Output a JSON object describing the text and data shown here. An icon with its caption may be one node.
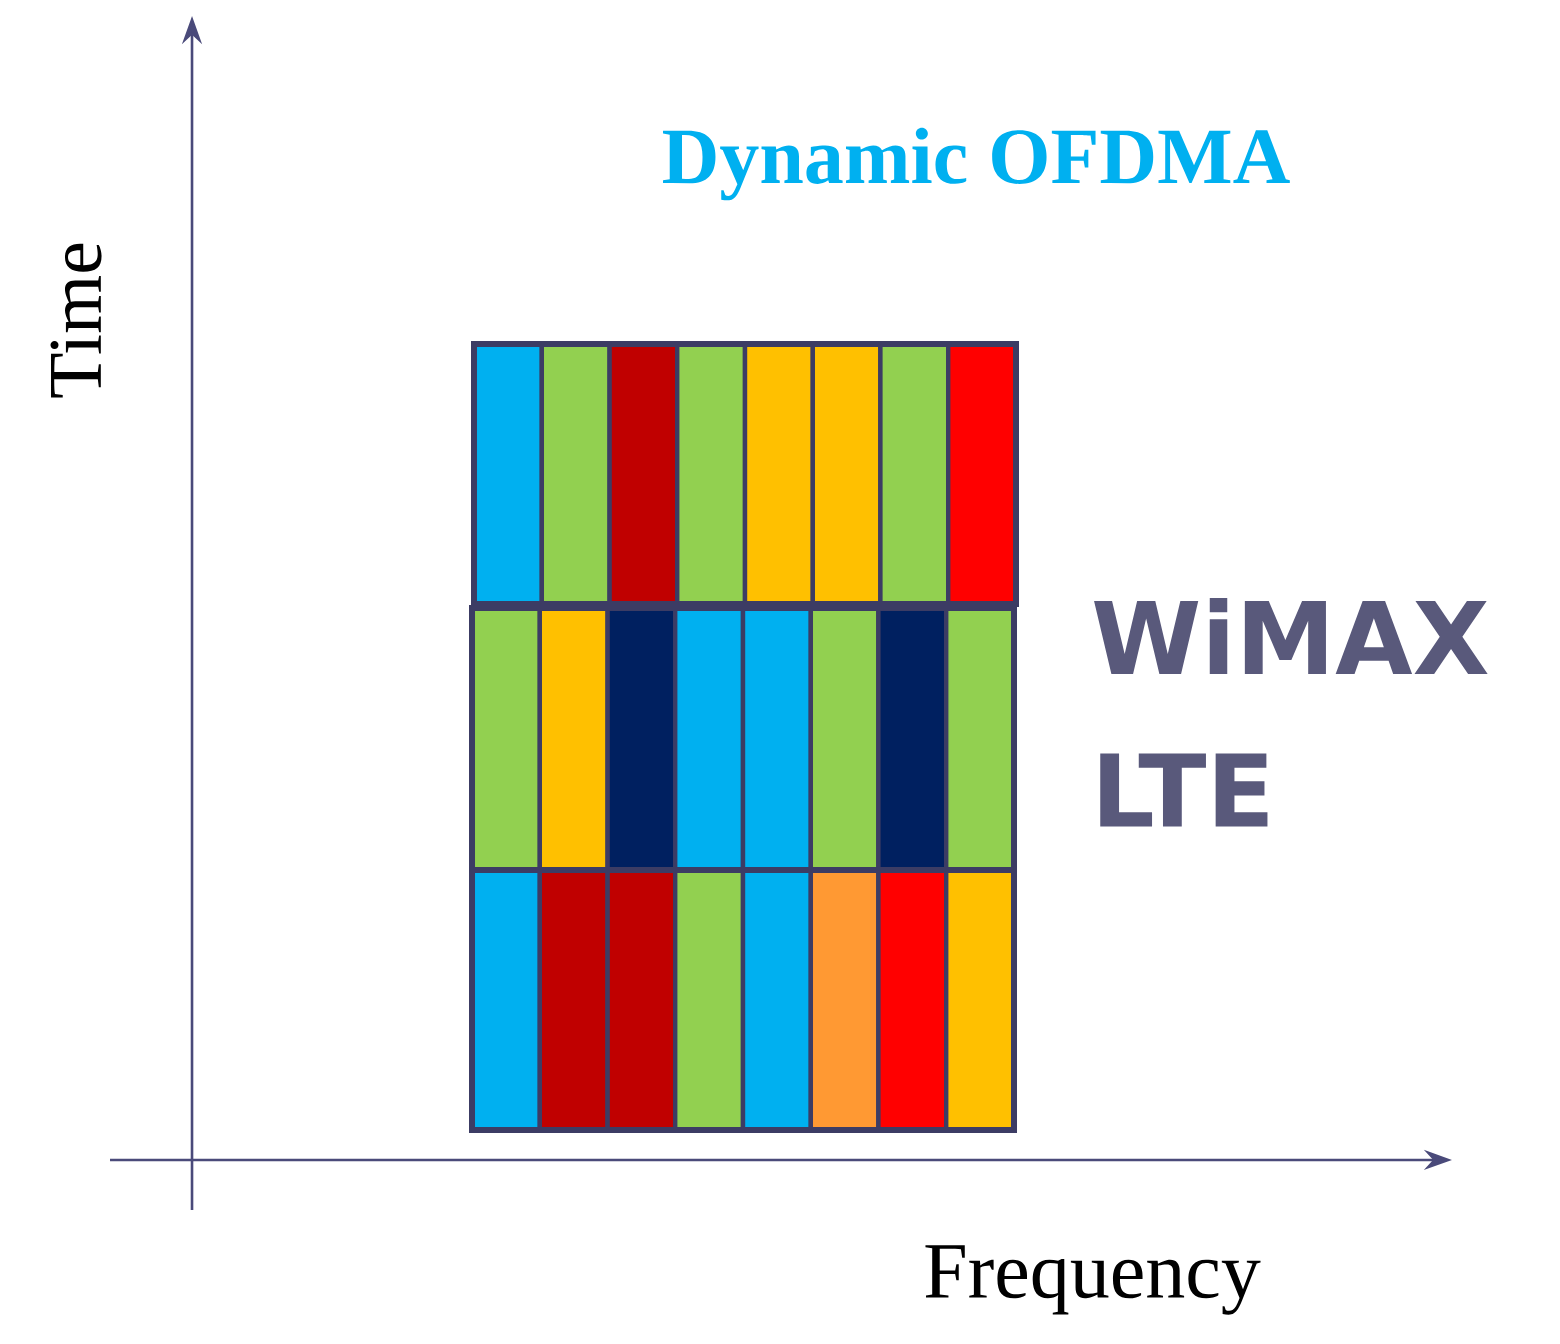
{
  "diagram": {
    "title": "Dynamic OFDMA",
    "labels": [
      "Time",
      "WiMAX",
      "LTE",
      "Frequency"
    ]
  }
}
